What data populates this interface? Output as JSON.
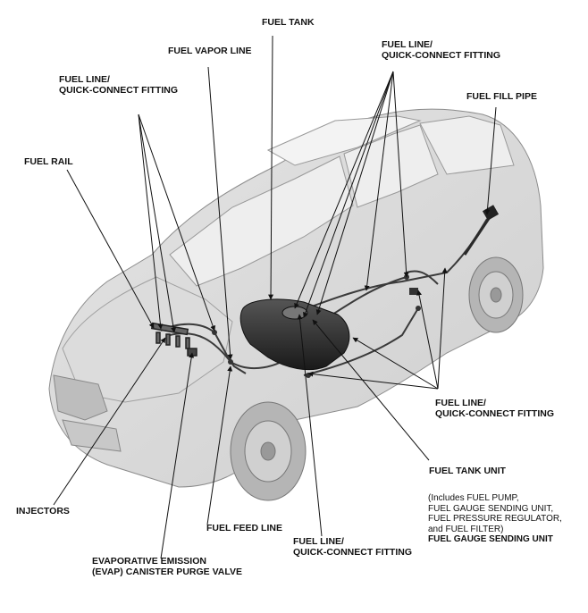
{
  "diagram": {
    "labels": {
      "fuel_tank": "FUEL TANK",
      "fuel_vapor_line": "FUEL VAPOR LINE",
      "qc_top_right_1": "FUEL LINE/",
      "qc_top_right_2": "QUICK-CONNECT FITTING",
      "fuel_fill_pipe": "FUEL FILL PIPE",
      "qc_top_left_1": "FUEL LINE/",
      "qc_top_left_2": "QUICK-CONNECT FITTING",
      "fuel_rail": "FUEL RAIL",
      "qc_mid_right_1": "FUEL LINE/",
      "qc_mid_right_2": "QUICK-CONNECT FITTING",
      "fuel_tank_unit": "FUEL TANK UNIT",
      "includes_1": "(Includes FUEL PUMP,",
      "includes_2": "FUEL GAUGE SENDING UNIT,",
      "includes_3": "FUEL PRESSURE REGULATOR,",
      "includes_4": "and FUEL FILTER)",
      "fuel_gauge_sending_unit": "FUEL GAUGE SENDING UNIT",
      "injectors": "INJECTORS",
      "fuel_feed_line": "FUEL FEED LINE",
      "qc_bottom_1": "FUEL LINE/",
      "qc_bottom_2": "QUICK-CONNECT FITTING",
      "evap_1": "EVAPORATIVE EMISSION",
      "evap_2": "(EVAP) CANISTER PURGE VALVE"
    }
  }
}
